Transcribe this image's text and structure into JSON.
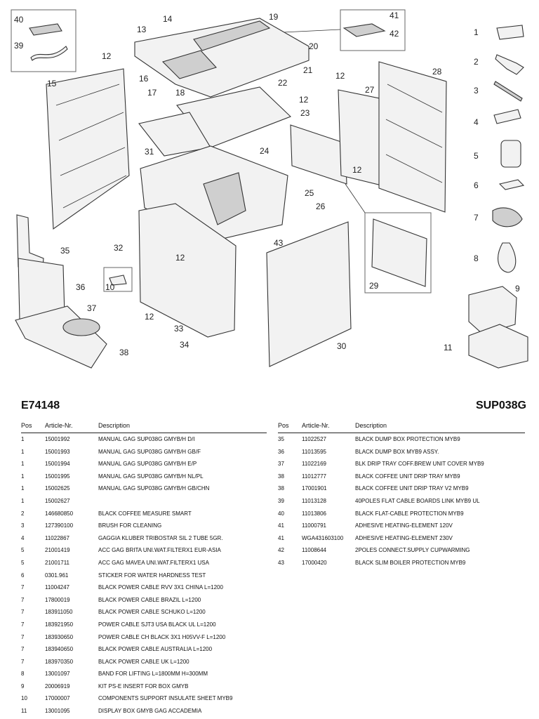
{
  "header": {
    "model": "E74148",
    "variant": "SUP038G"
  },
  "table": {
    "columns": {
      "pos": "Pos",
      "article": "Article-Nr.",
      "description": "Description"
    },
    "left_rows": [
      {
        "pos": "1",
        "article": "15001992",
        "description": "MANUAL GAG SUP038G GMYB/H D/I"
      },
      {
        "pos": "1",
        "article": "15001993",
        "description": "MANUAL GAG SUP038G GMYB/H GB/F"
      },
      {
        "pos": "1",
        "article": "15001994",
        "description": "MANUAL GAG SUP038G GMYB/H E/P"
      },
      {
        "pos": "1",
        "article": "15001995",
        "description": "MANUAL GAG SUP038G GMYB/H NL/PL"
      },
      {
        "pos": "1",
        "article": "15002625",
        "description": "MANUAL GAG SUP038G GMYB/H GB/CHN"
      },
      {
        "pos": "1",
        "article": "15002627",
        "description": ""
      },
      {
        "pos": "2",
        "article": "146680850",
        "description": "BLACK COFFEE MEASURE SMART"
      },
      {
        "pos": "3",
        "article": "127390100",
        "description": "BRUSH FOR CLEANING"
      },
      {
        "pos": "4",
        "article": "11022867",
        "description": "GAGGIA KLUBER TRIBOSTAR SIL 2 TUBE 5GR."
      },
      {
        "pos": "5",
        "article": "21001419",
        "description": "ACC GAG BRITA UNI.WAT.FILTERX1 EUR-ASIA"
      },
      {
        "pos": "5",
        "article": "21001711",
        "description": "ACC GAG MAVEA UNI.WAT.FILTERX1 USA"
      },
      {
        "pos": "6",
        "article": "0301.961",
        "description": "STICKER FOR WATER HARDNESS TEST"
      },
      {
        "pos": "7",
        "article": "11004247",
        "description": "BLACK POWER CABLE RVV 3X1 CHINA L=1200"
      },
      {
        "pos": "7",
        "article": "17800019",
        "description": "BLACK POWER CABLE BRAZIL L=1200"
      },
      {
        "pos": "7",
        "article": "183911050",
        "description": "BLACK POWER CABLE SCHUKO L=1200"
      },
      {
        "pos": "7",
        "article": "183921950",
        "description": "POWER CABLE SJT3 USA BLACK UL L=1200"
      },
      {
        "pos": "7",
        "article": "183930650",
        "description": "POWER CABLE CH BLACK 3X1 H05VV-F L=1200"
      },
      {
        "pos": "7",
        "article": "183940650",
        "description": "BLACK POWER CABLE AUSTRALIA L=1200"
      },
      {
        "pos": "7",
        "article": "183970350",
        "description": "BLACK POWER CABLE UK L=1200"
      },
      {
        "pos": "8",
        "article": "13001097",
        "description": "BAND FOR LIFTING L=1800MM H=300MM"
      },
      {
        "pos": "9",
        "article": "20006919",
        "description": "KIT PS-E INSERT FOR BOX GMYB"
      },
      {
        "pos": "10",
        "article": "17000007",
        "description": "COMPONENTS SUPPORT INSULATE SHEET MYB9"
      },
      {
        "pos": "11",
        "article": "13001095",
        "description": "DISPLAY BOX GMYB GAG ACCADEMIA"
      }
    ],
    "right_rows": [
      {
        "pos": "35",
        "article": "11022527",
        "description": "BLACK DUMP BOX PROTECTION MYB9"
      },
      {
        "pos": "36",
        "article": "11013595",
        "description": "BLACK DUMP BOX MYB9 ASSY."
      },
      {
        "pos": "37",
        "article": "11022169",
        "description": "BLK DRIP TRAY COFF.BREW UNIT COVER MYB9"
      },
      {
        "pos": "38",
        "article": "11012777",
        "description": "BLACK COFFEE UNIT DRIP TRAY MYB9"
      },
      {
        "pos": "38",
        "article": "17001901",
        "description": "BLACK COFFEE UNIT DRIP TRAY V2 MYB9"
      },
      {
        "pos": "39",
        "article": "11013128",
        "description": "40POLES FLAT CABLE BOARDS LINK MYB9 UL"
      },
      {
        "pos": "40",
        "article": "11013806",
        "description": "BLACK FLAT-CABLE PROTECTION MYB9"
      },
      {
        "pos": "41",
        "article": "11000791",
        "description": "ADHESIVE HEATING-ELEMENT 120V"
      },
      {
        "pos": "41",
        "article": "WGA431603100",
        "description": "ADHESIVE HEATING-ELEMENT 230V"
      },
      {
        "pos": "42",
        "article": "11008644",
        "description": "2POLES CONNECT.SUPPLY CUPWARMING"
      },
      {
        "pos": "43",
        "article": "17000420",
        "description": "BLACK SLIM BOILER PROTECTION MYB9"
      }
    ]
  },
  "callouts": [
    "1",
    "2",
    "3",
    "4",
    "5",
    "6",
    "7",
    "8",
    "9",
    "10",
    "11",
    "12",
    "13",
    "14",
    "15",
    "16",
    "17",
    "18",
    "19",
    "20",
    "21",
    "22",
    "23",
    "24",
    "25",
    "26",
    "27",
    "28",
    "29",
    "30",
    "31",
    "32",
    "33",
    "34",
    "35",
    "36",
    "37",
    "38",
    "39",
    "40",
    "41",
    "42",
    "43"
  ]
}
